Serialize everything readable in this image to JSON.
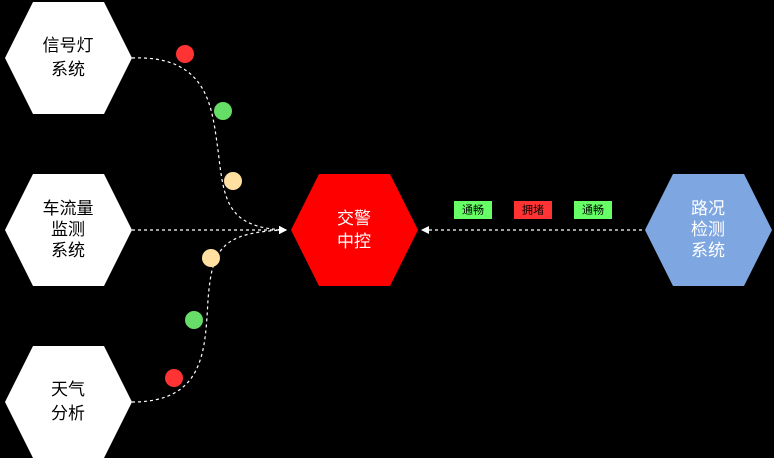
{
  "nodes": {
    "signal": {
      "lines": [
        "信号灯",
        "系统"
      ]
    },
    "traffic_flow": {
      "lines": [
        "车流量",
        "监测",
        "系统"
      ]
    },
    "weather": {
      "lines": [
        "天气",
        "分析"
      ]
    },
    "center": {
      "lines": [
        "交警",
        "中控"
      ]
    },
    "road": {
      "lines": [
        "路况",
        "检测",
        "系统"
      ]
    }
  },
  "status_tags": [
    {
      "text": "通畅",
      "color": "#66ff66"
    },
    {
      "text": "拥堵",
      "color": "#ff3333"
    },
    {
      "text": "通畅",
      "color": "#66ff66"
    }
  ],
  "colors": {
    "background": "#000000",
    "node_default": "#ffffff",
    "node_center": "#ff0000",
    "node_road": "#7ea6e0",
    "dot_red": "#ff3333",
    "dot_green": "#66dd66",
    "dot_yellow": "#ffe0a0"
  },
  "dots_top": [
    "red",
    "green",
    "yellow"
  ],
  "dots_bottom": [
    "yellow",
    "green",
    "red"
  ]
}
